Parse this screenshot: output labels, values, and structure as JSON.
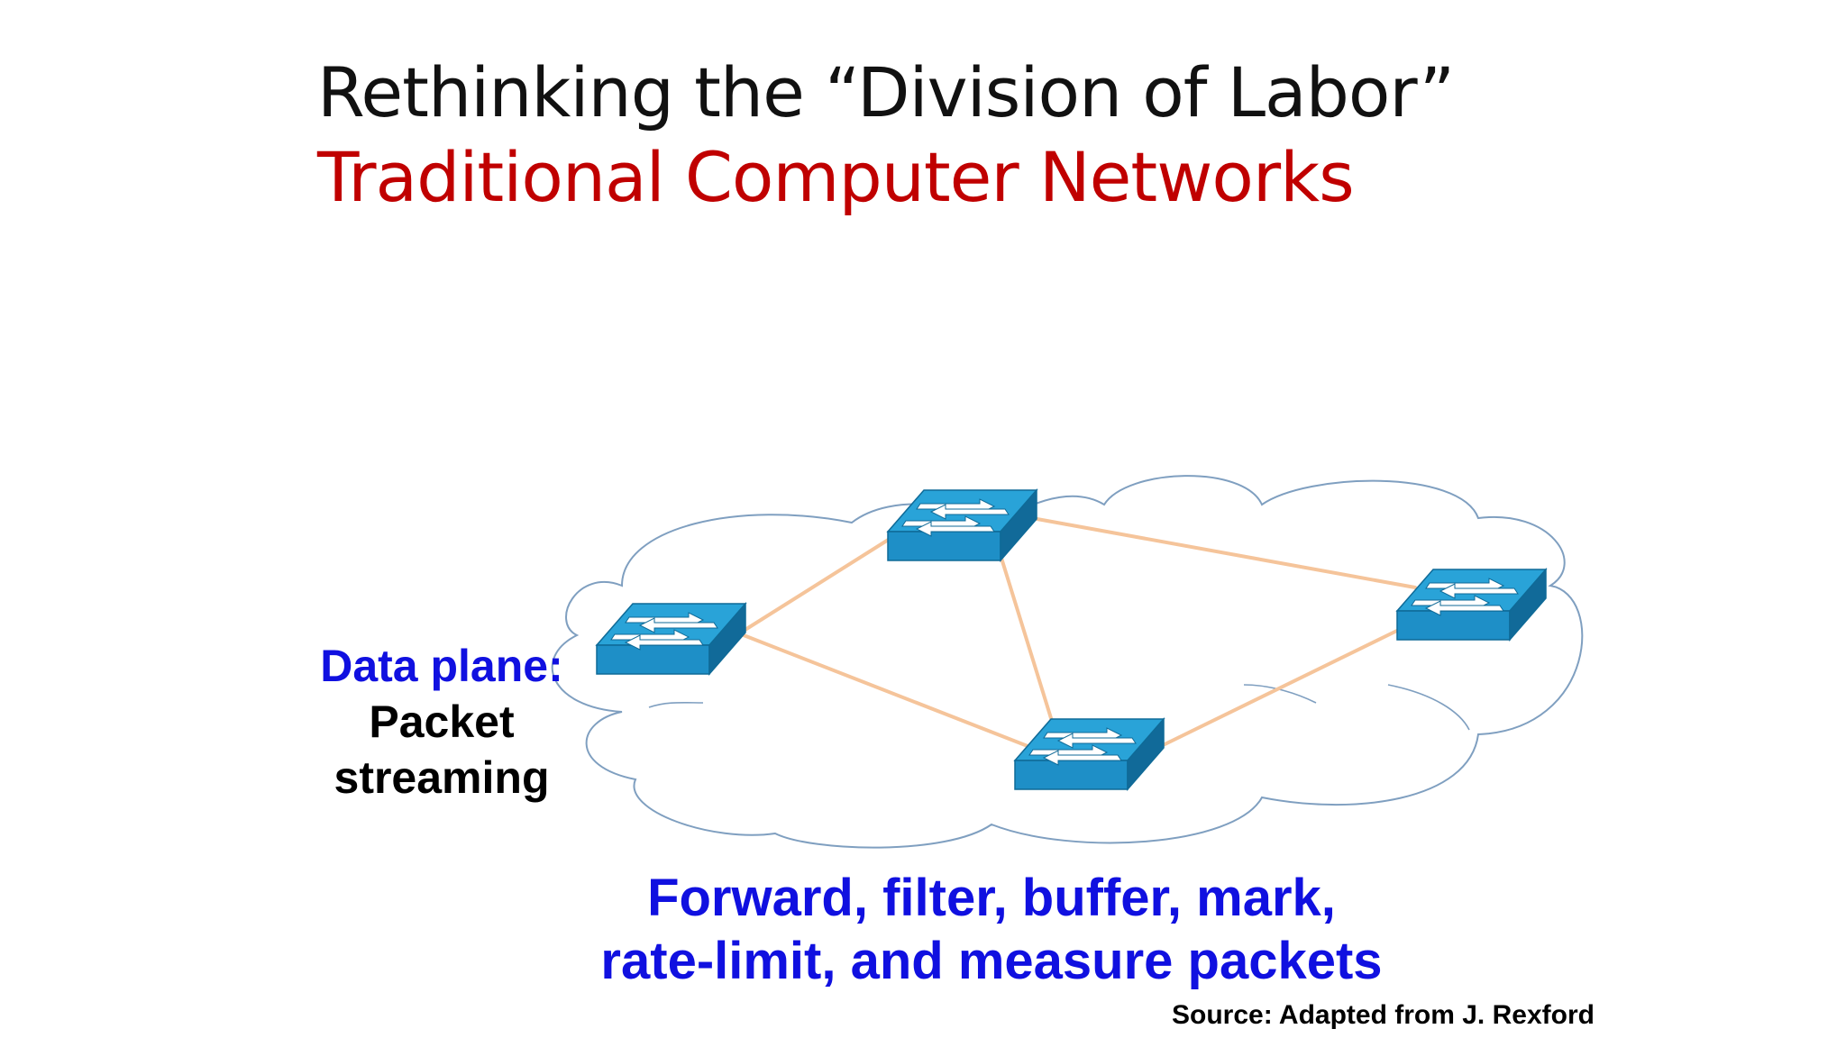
{
  "slide": {
    "title": "Rethinking the “Division of Labor”",
    "subtitle": "Traditional Computer Networks",
    "data_plane_heading": "Data plane:",
    "data_plane_line1": "Packet",
    "data_plane_line2": "streaming",
    "caption_line1": "Forward, filter, buffer, mark,",
    "caption_line2": "rate-limit, and measure packets",
    "source": "Source: Adapted from J. Rexford"
  },
  "colors": {
    "title": "#111111",
    "subtitle": "#c00000",
    "accent_blue": "#1010e0",
    "cloud_outline": "#7f9fc0",
    "link": "#f5c49a",
    "switch_top": "#29a3d8",
    "switch_front": "#1e8fc7",
    "switch_side": "#116a99"
  },
  "network": {
    "switches": [
      "switch-top",
      "switch-left",
      "switch-bottom",
      "switch-right"
    ],
    "links": [
      [
        "switch-left",
        "switch-top"
      ],
      [
        "switch-left",
        "switch-bottom"
      ],
      [
        "switch-top",
        "switch-bottom"
      ],
      [
        "switch-top",
        "switch-right"
      ],
      [
        "switch-bottom",
        "switch-right"
      ]
    ]
  }
}
